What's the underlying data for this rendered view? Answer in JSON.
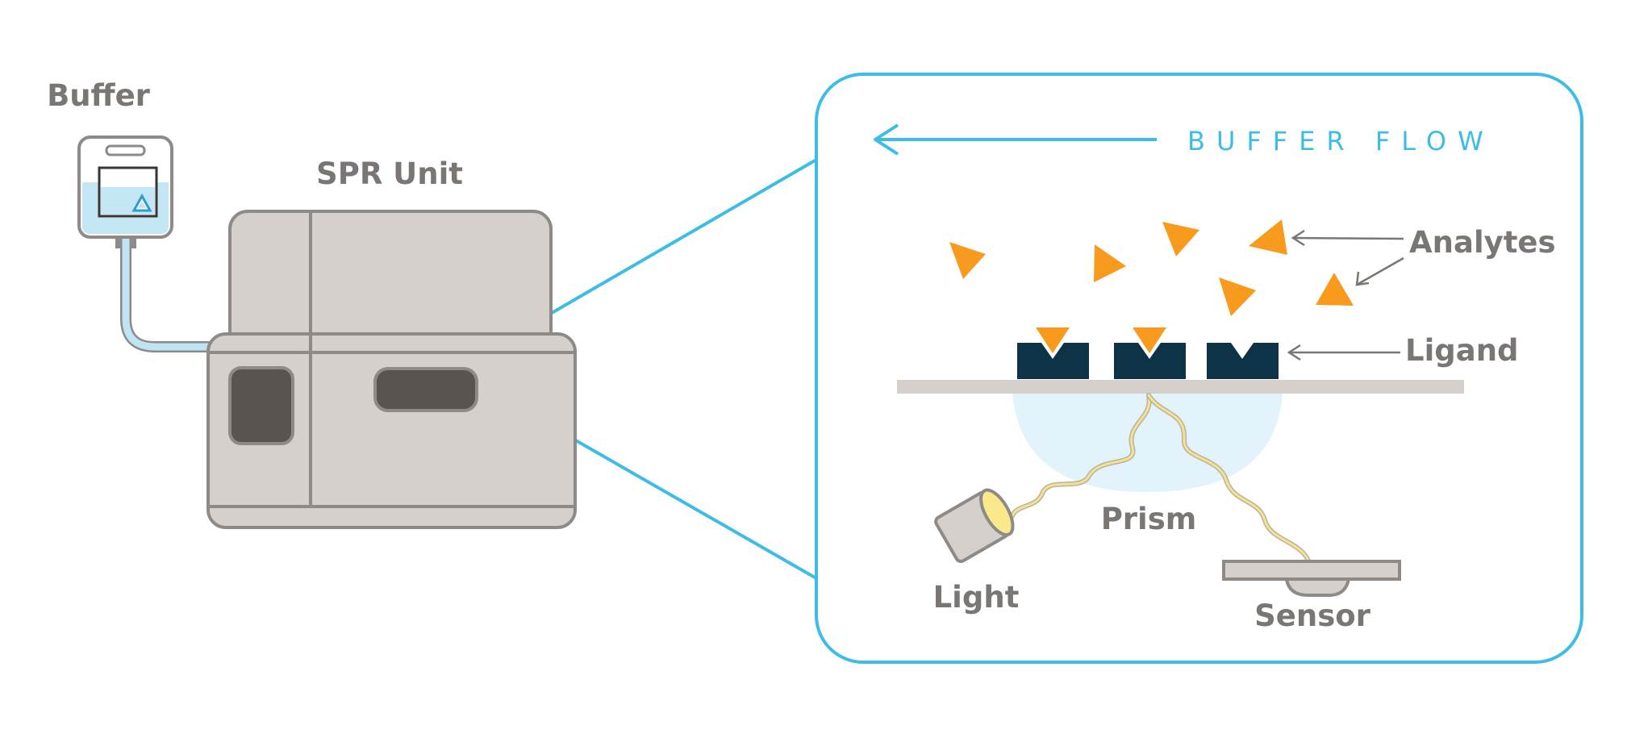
{
  "labels": {
    "buffer": "Buffer",
    "spr_unit": "SPR Unit",
    "buffer_flow": "BUFFER FLOW",
    "analytes": "Analytes",
    "ligand": "Ligand",
    "prism": "Prism",
    "light": "Light",
    "sensor": "Sensor"
  },
  "colors": {
    "accent_blue": "#3dbde6",
    "analyte_orange": "#f79a1e",
    "ligand_navy": "#0e3347",
    "machine_gray": "#d6d0cc",
    "machine_outline": "#8e8a87",
    "window_dark": "#5a5450",
    "label_gray": "#7a7674",
    "prism_blue": "#e3f3fb",
    "light_ray": "#f5e38a"
  },
  "icons": [
    "buffer-bag-icon",
    "warning-triangle-icon",
    "left-arrow-icon",
    "light-source-icon",
    "sensor-icon"
  ]
}
